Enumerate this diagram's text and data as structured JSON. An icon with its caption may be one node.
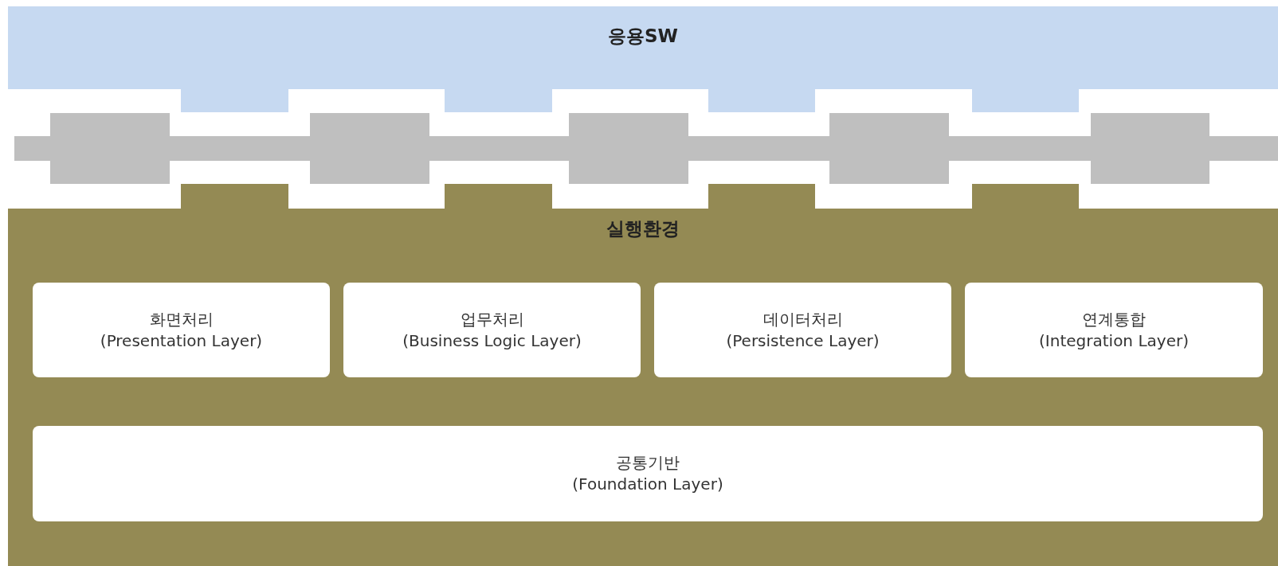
{
  "diagram": {
    "nodes": [
      {
        "text": [
          "응용SW"
        ]
      },
      {
        "text": [
          "실행환경"
        ]
      },
      {
        "text": [
          "화면처리",
          "(Presentation Layer)"
        ],
        "in": 1
      },
      {
        "text": [
          "업무처리",
          "(Business Logic Layer)"
        ],
        "in": 1
      },
      {
        "text": [
          "데이터처리",
          "(Persistence Layer)"
        ],
        "in": 1
      },
      {
        "text": [
          "연계통합",
          "(Integration Layer)"
        ],
        "in": 1
      },
      {
        "text": [
          "공통기반",
          "(Foundation Layer)"
        ],
        "in": 1
      }
    ]
  }
}
